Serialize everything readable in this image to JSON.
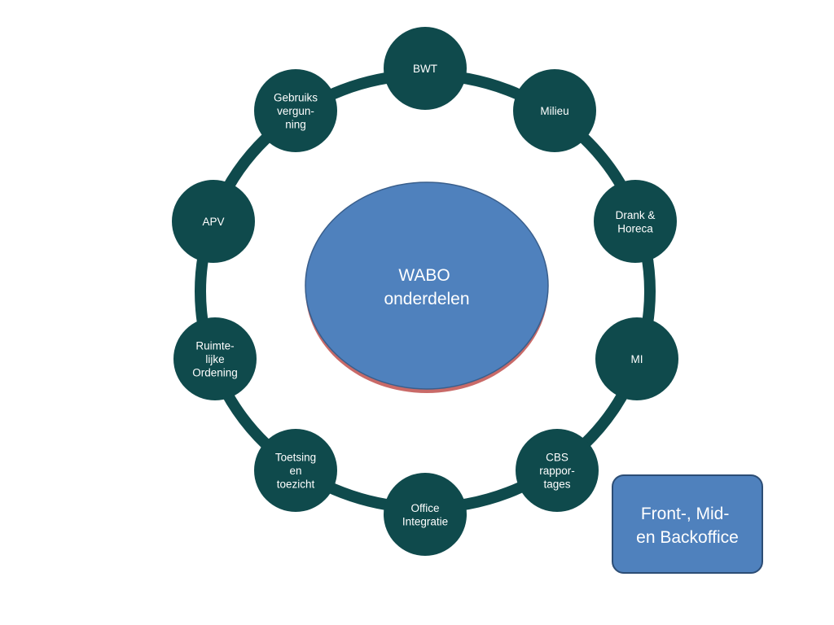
{
  "colors": {
    "node_fill": "#0f4a4c",
    "ring": "#0f4a4c",
    "center_fill": "#4f81bd",
    "center_stroke": "#3a5f8c",
    "box_fill": "#4f81bd",
    "box_stroke": "#2c4d75"
  },
  "center": {
    "lines": [
      "WABO",
      "onderdelen"
    ]
  },
  "nodes": [
    {
      "id": "bwt",
      "lines": [
        "BWT"
      ]
    },
    {
      "id": "milieu",
      "lines": [
        "Milieu"
      ]
    },
    {
      "id": "drank-horeca",
      "lines": [
        "Drank &",
        "Horeca"
      ]
    },
    {
      "id": "mi",
      "lines": [
        "MI"
      ]
    },
    {
      "id": "cbs-rapportages",
      "lines": [
        "CBS",
        "rappor-",
        "tages"
      ]
    },
    {
      "id": "office-integratie",
      "lines": [
        "Office",
        "Integratie"
      ]
    },
    {
      "id": "toetsing-toezicht",
      "lines": [
        "Toetsing",
        "en",
        "toezicht"
      ]
    },
    {
      "id": "ruimtelijke-ordening",
      "lines": [
        "Ruimte-",
        "lijke",
        "Ordening"
      ]
    },
    {
      "id": "apv",
      "lines": [
        "APV"
      ]
    },
    {
      "id": "gebruiksvergunning",
      "lines": [
        "Gebruiks",
        "vergun-",
        "ning"
      ]
    }
  ],
  "box": {
    "lines": [
      "Front-, Mid-",
      "en Backoffice"
    ]
  }
}
